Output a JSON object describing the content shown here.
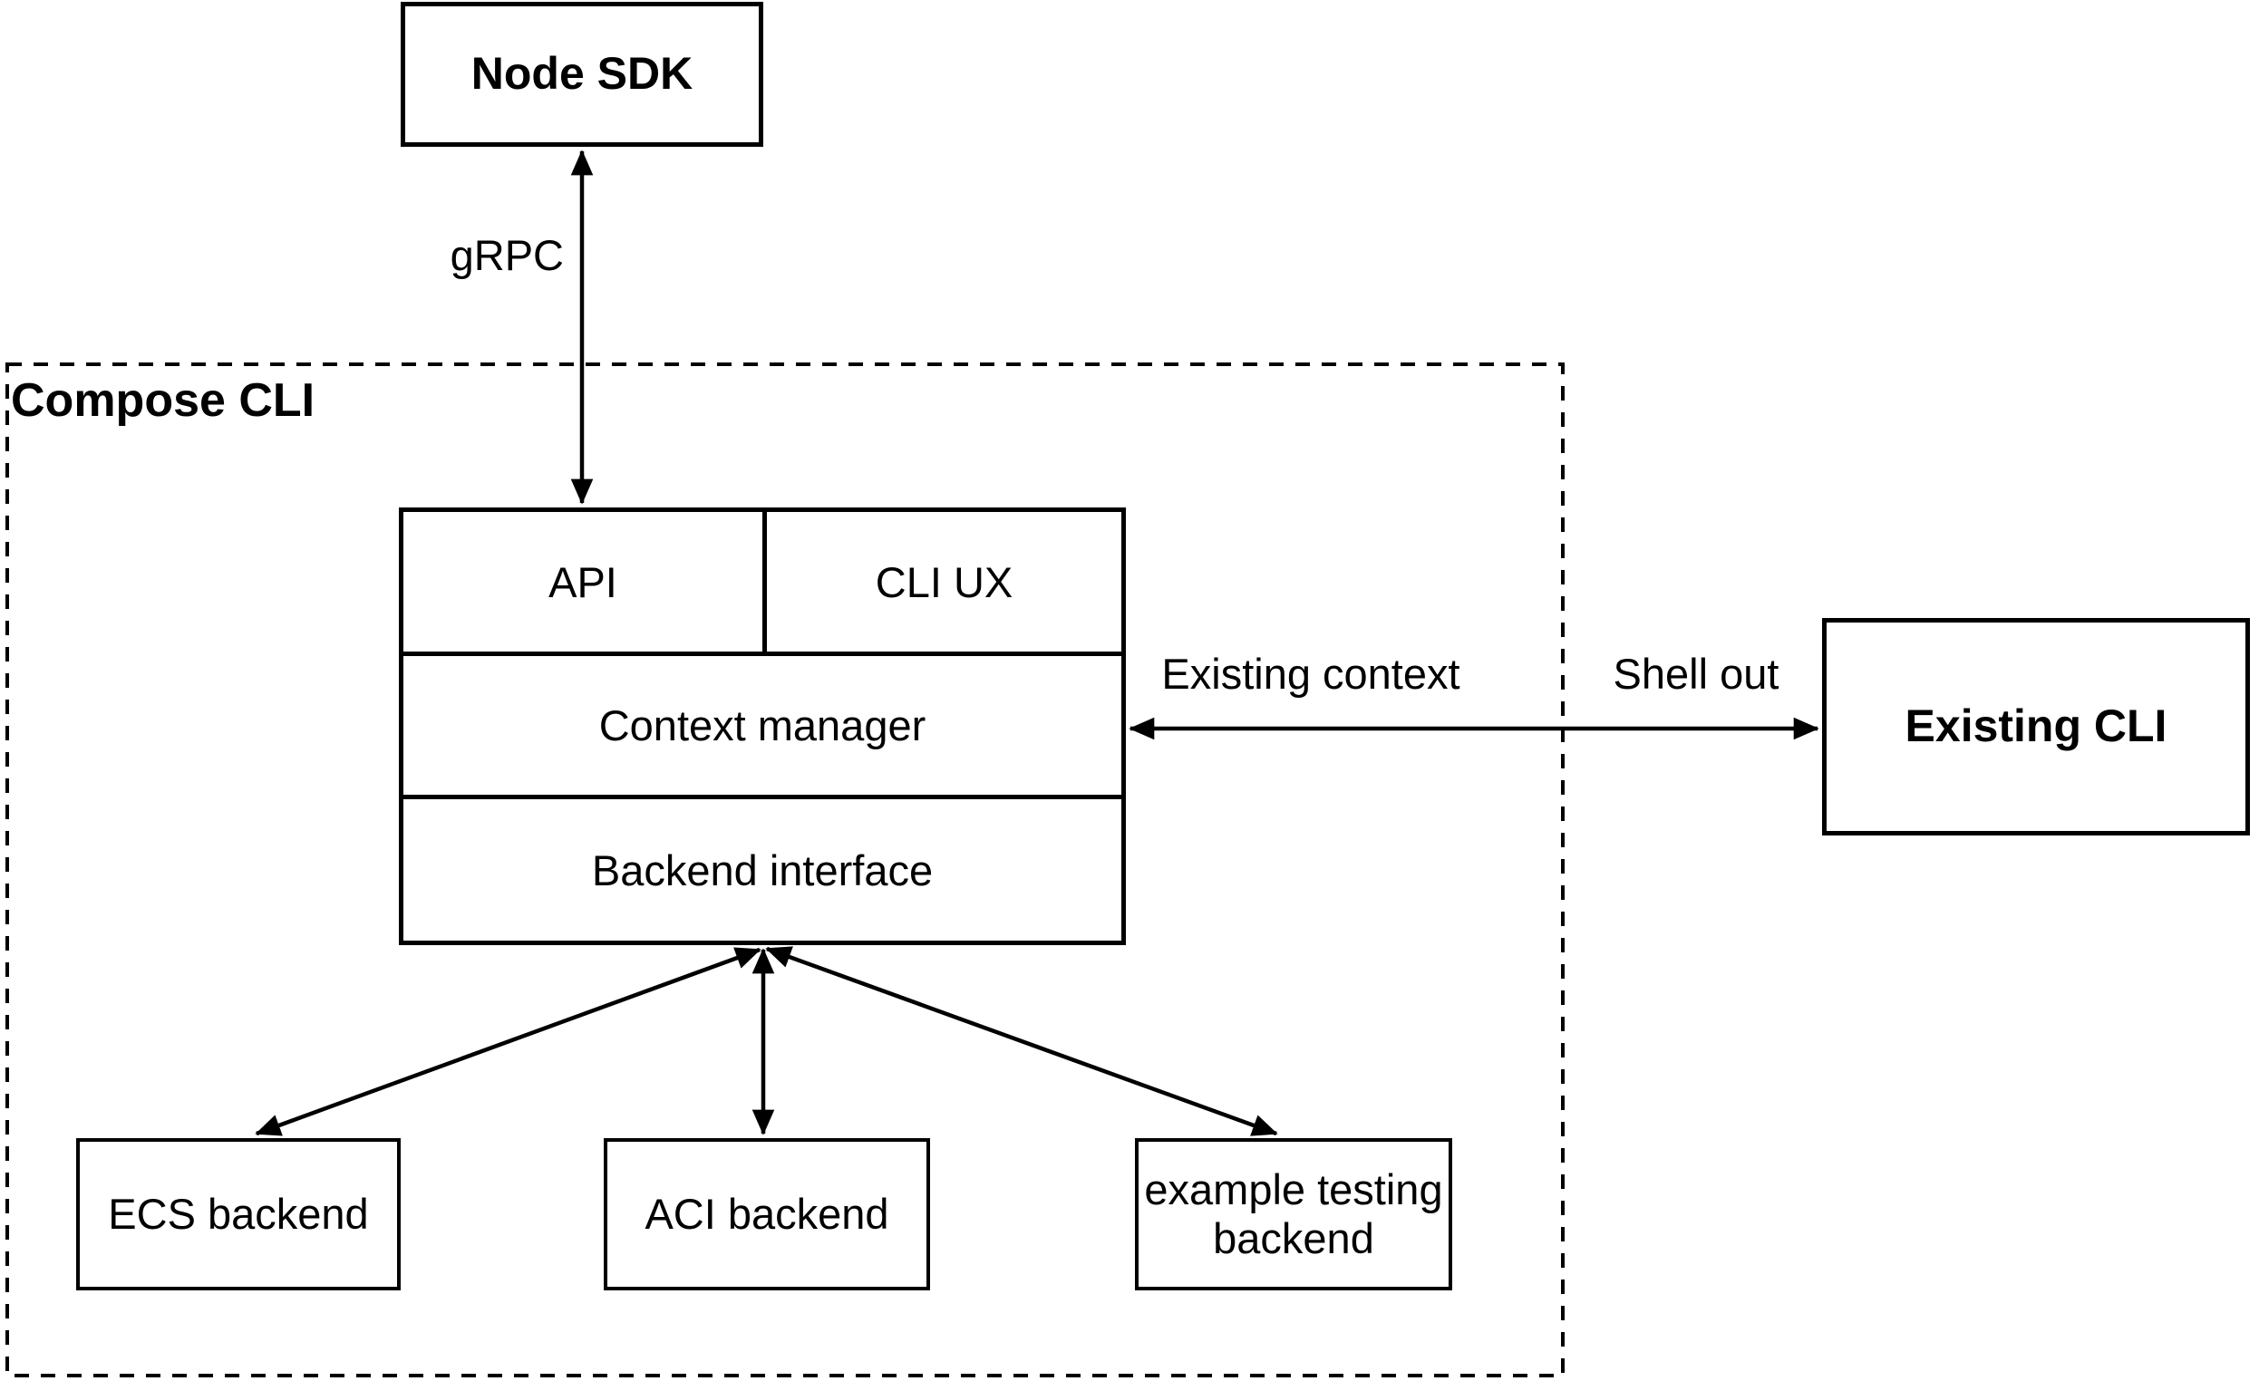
{
  "diagram": {
    "background_color": "#ffffff",
    "stroke_color": "#000000"
  },
  "nodes": {
    "node_sdk": {
      "label": "Node SDK"
    },
    "compose_cli_container": {
      "label": "Compose CLI"
    },
    "api": {
      "label": "API"
    },
    "cli_ux": {
      "label": "CLI UX"
    },
    "context_manager": {
      "label": "Context manager"
    },
    "backend_interface": {
      "label": "Backend interface"
    },
    "existing_cli": {
      "label": "Existing CLI"
    },
    "ecs_backend": {
      "label": "ECS backend"
    },
    "aci_backend": {
      "label": "ACI backend"
    },
    "example_testing_backend": {
      "label": "example testing backend"
    }
  },
  "edges": {
    "grpc": {
      "label": "gRPC"
    },
    "existing_context": {
      "label": "Existing context"
    },
    "shell_out": {
      "label": "Shell out"
    }
  }
}
